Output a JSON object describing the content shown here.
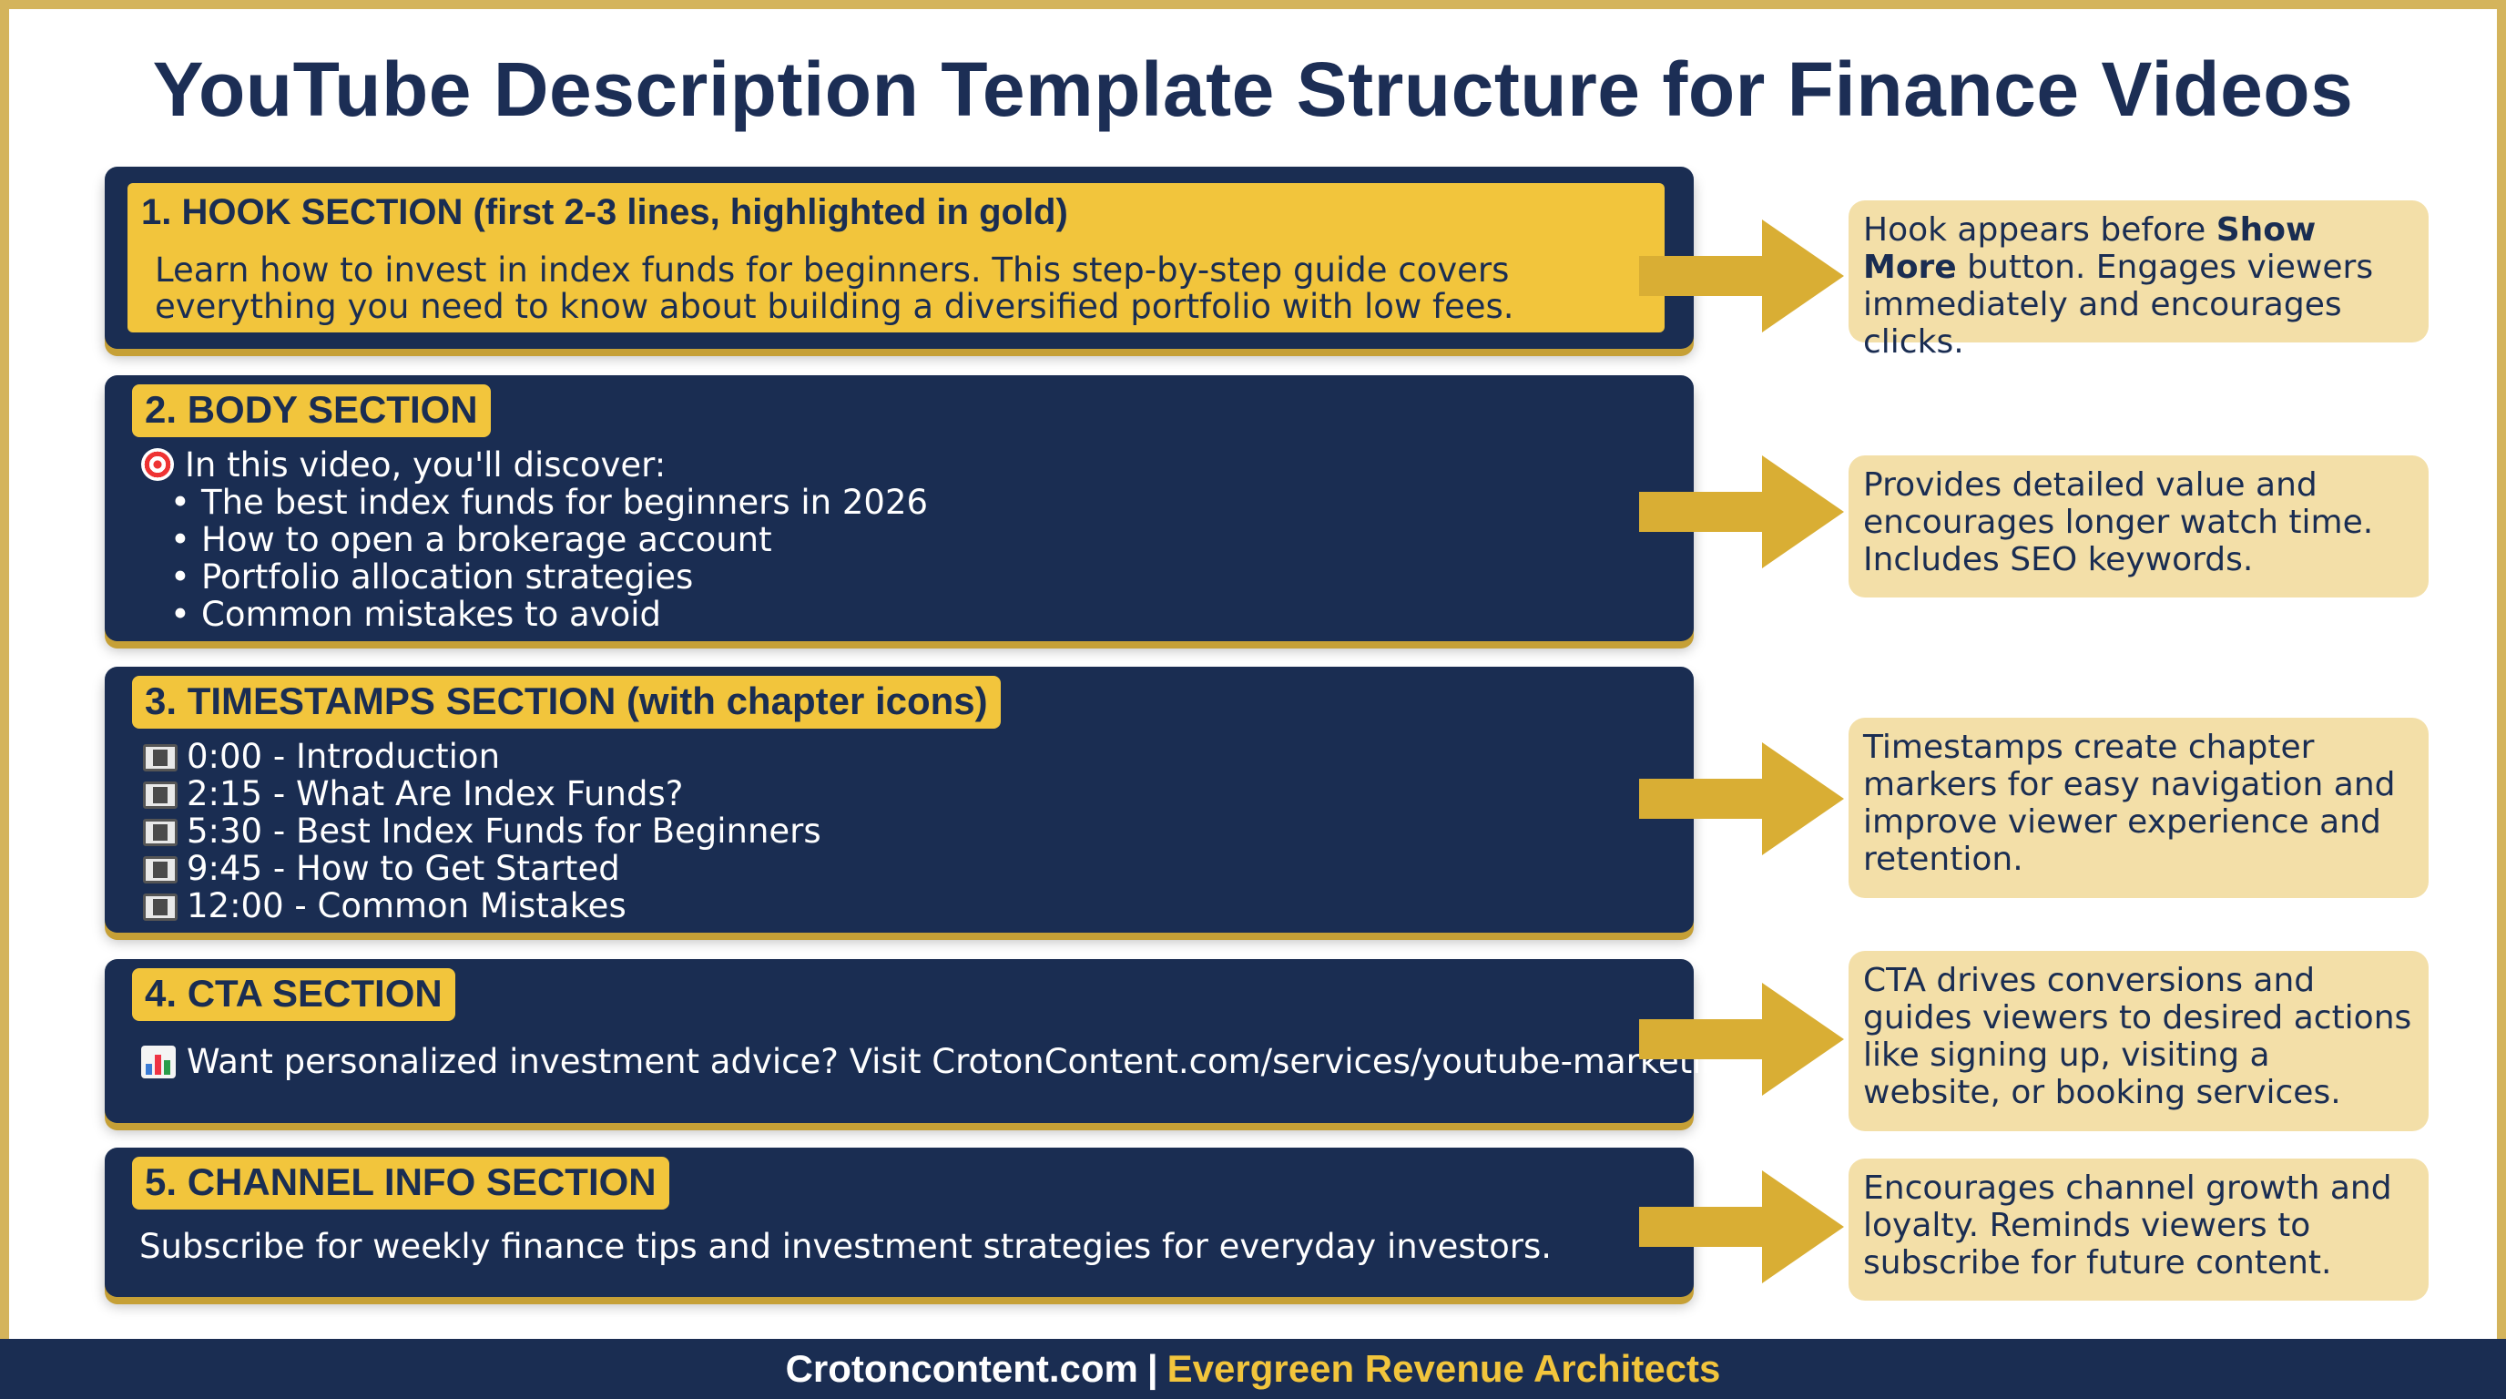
{
  "title": "YouTube Description Template Structure for Finance Videos",
  "sections": {
    "hook": {
      "label": "1. HOOK SECTION (first 2-3 lines, highlighted in gold)",
      "text": "Learn how to invest in index funds for beginners. This step-by-step guide covers everything you need to know about building a diversified portfolio with low fees."
    },
    "body": {
      "label": "2. BODY SECTION",
      "intro": "In this video, you'll discover:",
      "intro_icon": "target-icon",
      "bullets": [
        "The best index funds for beginners in 2026",
        "How to open a brokerage account",
        "Portfolio allocation strategies",
        "Common mistakes to avoid"
      ]
    },
    "timestamps": {
      "label": "3. TIMESTAMPS SECTION (with chapter icons)",
      "item_icon": "film-frame-icon",
      "items": [
        "0:00 - Introduction",
        "2:15 - What Are Index Funds?",
        "5:30 - Best Index Funds for Beginners",
        "9:45 - How to Get Started",
        "12:00 - Common Mistakes"
      ]
    },
    "cta": {
      "label": "4. CTA SECTION",
      "icon": "bar-chart-icon",
      "text": "Want personalized investment advice? Visit CrotonContent.com/services/youtube-marketing"
    },
    "channel": {
      "label": "5. CHANNEL INFO SECTION",
      "text": "Subscribe for weekly finance tips and investment strategies for everyday investors."
    }
  },
  "notes": {
    "hook_prefix": "Hook appears before ",
    "hook_bold": "Show More",
    "hook_suffix": " button. Engages viewers immediately and encourages clicks.",
    "body": "Provides detailed value and encourages longer watch time. Includes SEO keywords.",
    "timestamps": "Timestamps create chapter markers for easy navigation and improve viewer experience and retention.",
    "cta": "CTA drives conversions and guides viewers to desired actions like signing up, visiting a website, or booking services.",
    "channel": "Encourages channel growth and loyalty. Reminds viewers to subscribe for future content."
  },
  "footer": {
    "site": "Crotoncontent.com",
    "separator": "|",
    "tagline": "Evergreen Revenue Architects"
  },
  "colors": {
    "navy": "#1a2d52",
    "gold": "#f2c53c",
    "note_bg": "#f3dfa8",
    "arrow": "#d9ae34",
    "frame": "#d4b45c"
  }
}
